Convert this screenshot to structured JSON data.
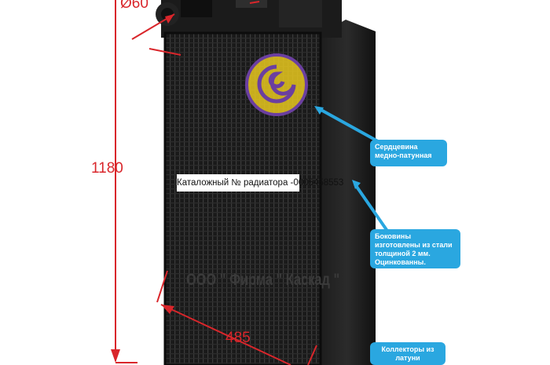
{
  "dimensions": {
    "pipe_diameter": "Ø60",
    "height": "1180",
    "width": "485"
  },
  "labels": {
    "catalog_number": "Каталожный № радиатора -0005458553",
    "watermark": "ООО \" Фирма \" Каскад \""
  },
  "callouts": [
    {
      "text": "Сердцевина медно-патунная"
    },
    {
      "text": "Боковины изготовлены из стали толщиной 2 мм. Оцинкованны."
    },
    {
      "text": "Коллекторы из латуни"
    }
  ],
  "colors": {
    "dimension_red": "#d9262b",
    "callout_blue": "#2aa7e0",
    "radiator_black": "#141414",
    "logo_yellow": "#e8c81e",
    "logo_purple": "#6b3fa0"
  }
}
